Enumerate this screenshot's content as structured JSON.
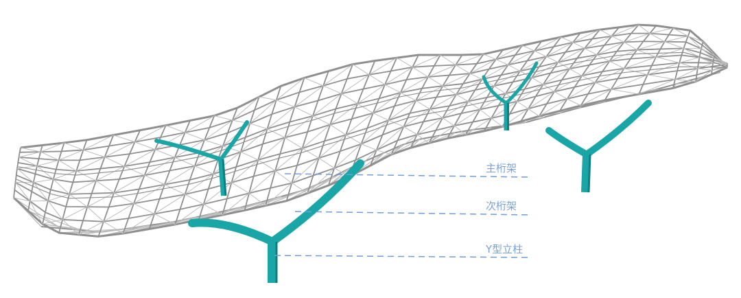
{
  "labels": {
    "main_truss": "主桁架",
    "secondary_truss": "次桁架",
    "y_column": "Y型立柱"
  },
  "colors": {
    "truss_steel": "#8f8f8f",
    "truss_light": "#bcbcbc",
    "column_teal": "#1aa6a6",
    "column_dark": "#0d7e82",
    "leader_line": "#6f9be0",
    "label_text": "#7aa0d8"
  }
}
